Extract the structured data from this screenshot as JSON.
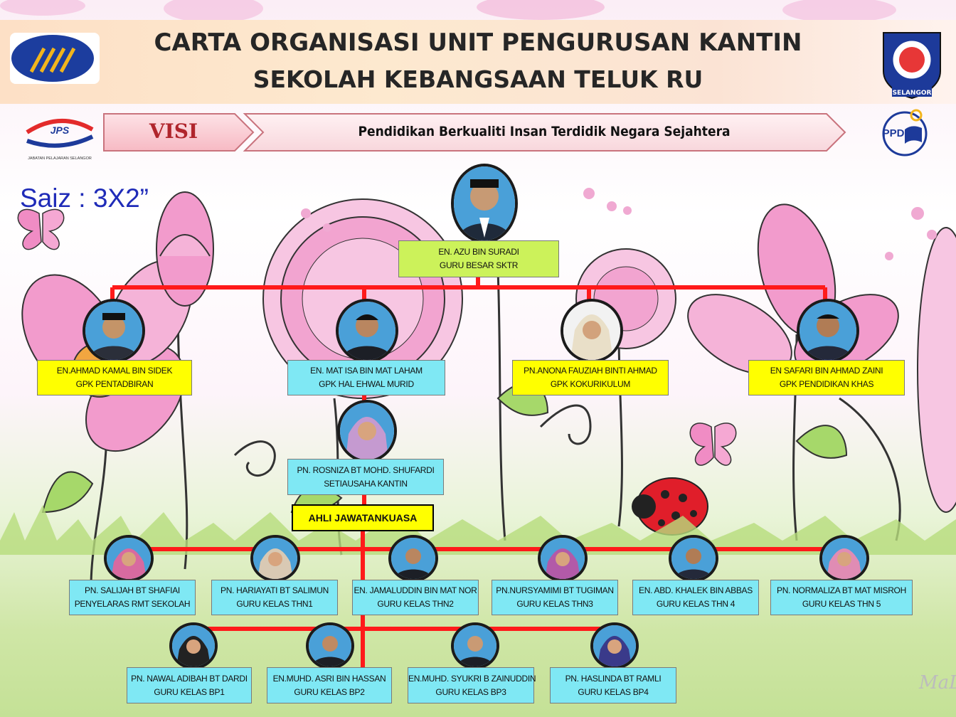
{
  "header": {
    "title_line1": "CARTA ORGANISASI UNIT PENGURUSAN KANTIN",
    "title_line2": "SEKOLAH KEBANGSAAN TELUK RU",
    "left_logo_icon": "ministry-logo-icon",
    "right_logo_icon": "school-crest-icon",
    "right_logo_text": "SELANGOR"
  },
  "vision": {
    "label": "VISI",
    "text": "Pendidikan  Berkualiti  Insan  Terdidik  Negara  Sejahtera"
  },
  "logos": {
    "jps_text": "JPS",
    "jps_subtitle": "JABATAN PELAJARAN SELANGOR",
    "ppd_text": "PPD"
  },
  "size_note": "Saiz : 3X2”",
  "committee_label": "AHLI JAWATANKUASA",
  "colors": {
    "connector": "#ff1a1a",
    "lime_box": "#ccf25a",
    "yellow_box": "#ffff00",
    "cyan_box": "#7fe8f4",
    "vision_label": "#b0252c",
    "size_note": "#1f2bb8"
  },
  "headmaster": {
    "name": "EN.  AZU  BIN  SURADI",
    "role": "GURU  BESAR  SKTR"
  },
  "deputies": [
    {
      "name": "EN.AHMAD  KAMAL  BIN  SIDEK",
      "role": "GPK  PENTADBIRAN"
    },
    {
      "name": "EN.  MAT ISA  BIN  MAT LAHAM",
      "role": "GPK  HAL  EHWAL  MURID"
    },
    {
      "name": "PN.ANONA  FAUZIAH  BINTI  AHMAD",
      "role": "GPK  KOKURIKULUM"
    },
    {
      "name": "EN  SAFARI  BIN  AHMAD  ZAINI",
      "role": "GPK  PENDIDIKAN  KHAS"
    }
  ],
  "secretary": {
    "name": "PN.  ROSNIZA  BT MOHD.  SHUFARDI",
    "role": "SETIAUSAHA  KANTIN"
  },
  "committee_row1": [
    {
      "name": "PN.  SALIJAH   BT SHAFIAI",
      "role": "PENYELARAS  RMT SEKOLAH"
    },
    {
      "name": "PN. HARIAYATI BT SALIMUN",
      "role": "GURU  KELAS  THN1"
    },
    {
      "name": "EN.  JAMALUDDIN  BIN  MAT NOR",
      "role": "GURU  KELAS  THN2"
    },
    {
      "name": "PN.NURSYAMIMI   BT TUGIMAN",
      "role": "GURU  KELAS  THN3"
    },
    {
      "name": "EN.  ABD.  KHALEK  BIN  ABBAS",
      "role": "GURU  KELAS  THN  4"
    },
    {
      "name": "PN.  NORMALIZA   BT MAT MISROH",
      "role": "GURU  KELAS  THN  5"
    }
  ],
  "committee_row2": [
    {
      "name": "PN.  NAWAL ADIBAH   BT DARDI",
      "role": "GURU  KELAS  BP1"
    },
    {
      "name": "EN.MUHD.  ASRI BIN HASSAN",
      "role": "GURU  KELAS  BP2"
    },
    {
      "name": "EN.MUHD.  SYUKRI B ZAINUDDIN",
      "role": "GURU  KELAS  BP3"
    },
    {
      "name": "PN.  HASLINDA   BT RAMLI",
      "role": "GURU  KELAS  BP4"
    }
  ],
  "watermark": "MaD"
}
